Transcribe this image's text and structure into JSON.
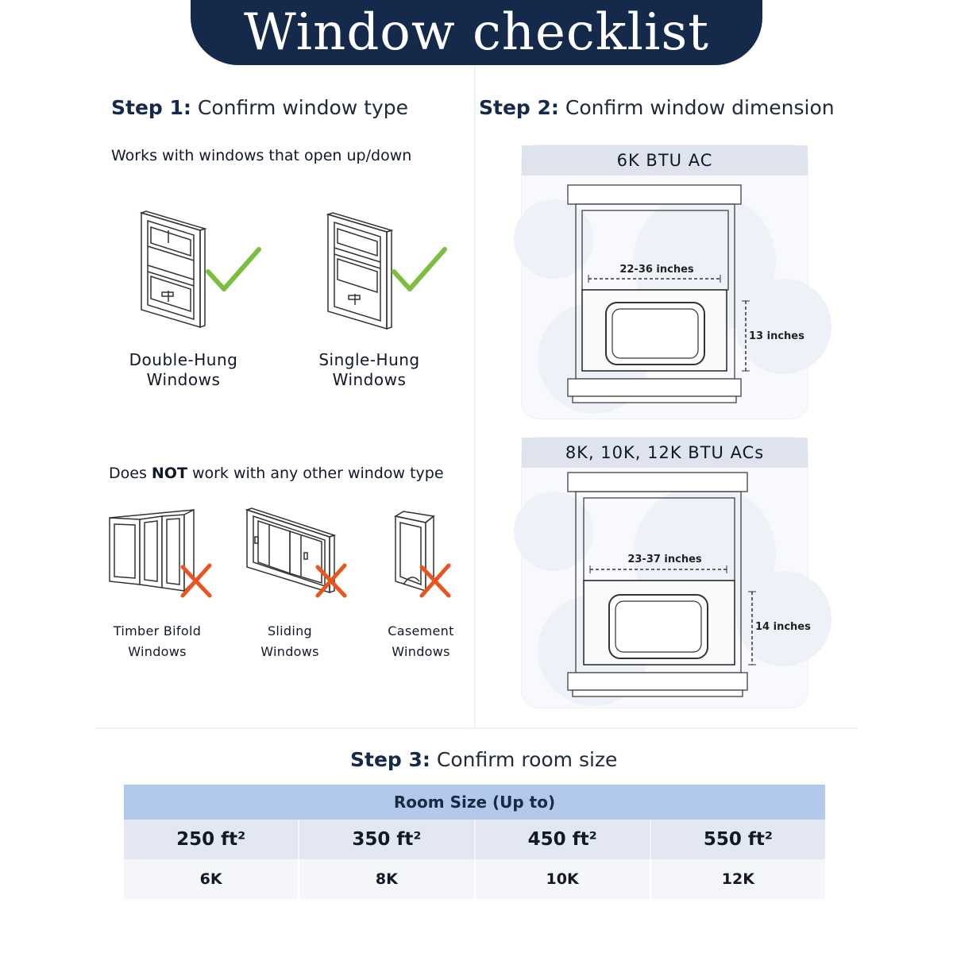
{
  "title": "Window checklist",
  "step1": {
    "prefix": "Step 1:",
    "text": "Confirm window type",
    "works_text": "Works with windows that open up/down",
    "good_windows": [
      {
        "line1": "Double-Hung",
        "line2": "Windows"
      },
      {
        "line1": "Single-Hung",
        "line2": "Windows"
      }
    ],
    "not_work": {
      "pre": "Does ",
      "bold": "NOT",
      "post": " work with any other window type"
    },
    "bad_windows": [
      {
        "line1": "Timber Bifold",
        "line2": "Windows"
      },
      {
        "line1": "Sliding",
        "line2": "Windows"
      },
      {
        "line1": "Casement",
        "line2": "Windows"
      }
    ]
  },
  "step2": {
    "prefix": "Step 2:",
    "text": "Confirm window dimension",
    "cards": [
      {
        "title": "6K BTU AC",
        "width_label": "22-36 inches",
        "height_label": "13 inches"
      },
      {
        "title": "8K, 10K, 12K BTU ACs",
        "width_label": "23-37 inches",
        "height_label": "14 inches"
      }
    ]
  },
  "step3": {
    "prefix": "Step 3:",
    "text": "Confirm room size",
    "table_header": "Room Size (Up to)",
    "sizes": [
      "250 ft²",
      "350 ft²",
      "450 ft²",
      "550 ft²"
    ],
    "btus": [
      "6K",
      "8K",
      "10K",
      "12K"
    ]
  },
  "colors": {
    "banner": "#15294a",
    "check": "#7cbf3f",
    "cross": "#e8551e",
    "table_header": "#b3c9ec"
  }
}
